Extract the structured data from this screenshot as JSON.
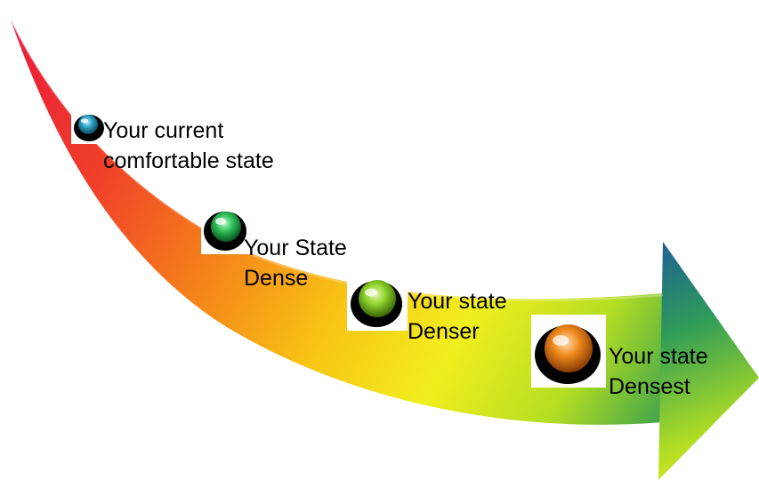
{
  "stages": [
    {
      "line1": "Your current",
      "line2": "comfortable state",
      "color": "#2fa3c9"
    },
    {
      "line1": "Your State",
      "line2": "Dense",
      "color": "#2ec35a"
    },
    {
      "line1": "Your state",
      "line2": "Denser",
      "color": "#8fd42a"
    },
    {
      "line1": "Your state",
      "line2": "Densest",
      "color": "#f08a1c"
    }
  ],
  "arrow": {
    "gradient_colors": [
      "#e8193a",
      "#f2601c",
      "#f6a20f",
      "#f5e51a",
      "#b8e11c",
      "#3fa64a",
      "#1f6e8c"
    ]
  }
}
